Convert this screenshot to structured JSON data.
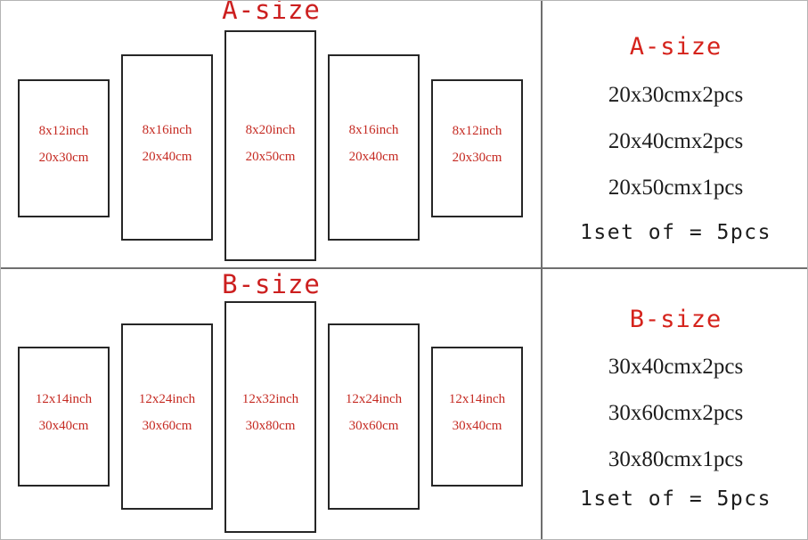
{
  "colors": {
    "label_red": "#c52a22",
    "title_red": "#d5231c",
    "panel_border": "#262626",
    "divider": "#6f6f6f",
    "background": "#ffffff"
  },
  "sections": [
    {
      "key": "a",
      "title": "A-size",
      "panels": [
        {
          "inch": "8x12inch",
          "cm": "20x30cm"
        },
        {
          "inch": "8x16inch",
          "cm": "20x40cm"
        },
        {
          "inch": "8x20inch",
          "cm": "20x50cm"
        },
        {
          "inch": "8x16inch",
          "cm": "20x40cm"
        },
        {
          "inch": "8x12inch",
          "cm": "20x30cm"
        }
      ],
      "info": {
        "title": "A-size",
        "lines": [
          "20x30cmx2pcs",
          "20x40cmx2pcs",
          "20x50cmx1pcs"
        ],
        "total": "1set of = 5pcs"
      }
    },
    {
      "key": "b",
      "title": "B-size",
      "panels": [
        {
          "inch": "12x14inch",
          "cm": "30x40cm"
        },
        {
          "inch": "12x24inch",
          "cm": "30x60cm"
        },
        {
          "inch": "12x32inch",
          "cm": "30x80cm"
        },
        {
          "inch": "12x24inch",
          "cm": "30x60cm"
        },
        {
          "inch": "12x14inch",
          "cm": "30x40cm"
        }
      ],
      "info": {
        "title": "B-size",
        "lines": [
          "30x40cmx2pcs",
          "30x60cmx2pcs",
          "30x80cmx1pcs"
        ],
        "total": "1set of = 5pcs"
      }
    }
  ]
}
